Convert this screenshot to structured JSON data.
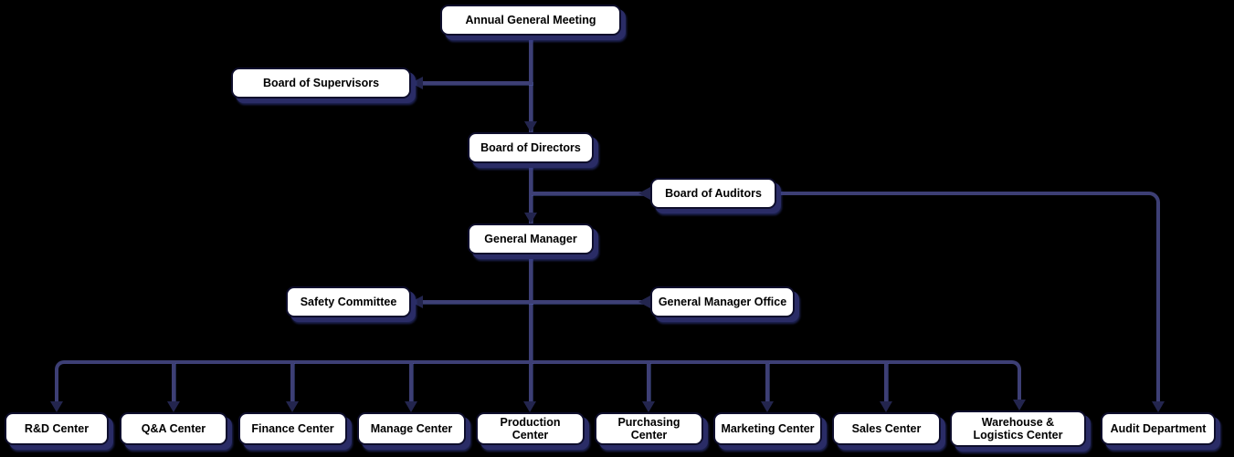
{
  "colors": {
    "background": "#000000",
    "box_fill": "#ffffff",
    "box_border": "#0e0e2c",
    "box_shadow": "#2a2c66",
    "connector_line": "#3d3f75",
    "arrowhead": "#23254e",
    "text": "#000000"
  },
  "nodes": {
    "agm": {
      "label": "Annual General Meeting"
    },
    "supervisors": {
      "label": "Board of Supervisors"
    },
    "directors": {
      "label": "Board of Directors"
    },
    "auditors": {
      "label": "Board of Auditors"
    },
    "general_manager": {
      "label": "General Manager"
    },
    "safety": {
      "label": "Safety Committee"
    },
    "gm_office": {
      "label": "General Manager Office"
    },
    "rd": {
      "label": "R&D Center"
    },
    "qa": {
      "label": "Q&A Center"
    },
    "finance": {
      "label": "Finance Center"
    },
    "manage": {
      "label": "Manage Center"
    },
    "production": {
      "label": "Production Center"
    },
    "purchasing": {
      "label": "Purchasing Center"
    },
    "marketing": {
      "label": "Marketing Center"
    },
    "sales": {
      "label": "Sales Center"
    },
    "warehouse": {
      "label": "Warehouse & Logistics Center"
    },
    "audit": {
      "label": "Audit Department"
    }
  }
}
